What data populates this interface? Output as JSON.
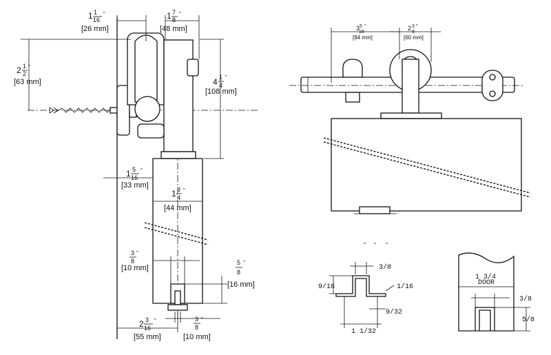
{
  "left_view": {
    "roller_width_frac": {
      "whole": "1",
      "num": "1",
      "den": "16",
      "unit": "\""
    },
    "roller_width_mm": "[26 mm]",
    "strap_width_frac": {
      "whole": "1",
      "num": "7",
      "den": "8",
      "unit": "\""
    },
    "strap_width_mm": "[48 mm]",
    "standoff_frac": {
      "whole": "2",
      "num": "1",
      "den": "2",
      "unit": "\""
    },
    "standoff_mm": "[63 mm]",
    "hanger_height_frac": {
      "whole": "4",
      "num": "1",
      "den": "4",
      "unit": "\""
    },
    "hanger_height_mm": "[108 mm]",
    "wall_gap_frac": {
      "whole": "1",
      "num": "5",
      "den": "16",
      "unit": "\""
    },
    "wall_gap_mm": "[33 mm]",
    "door_thickness_frac": {
      "whole": "1",
      "num": "3",
      "den": "4",
      "unit": "\""
    },
    "door_thickness_mm": "[44 mm]",
    "slot_width_frac": {
      "whole": "",
      "num": "3",
      "den": "8",
      "unit": "\""
    },
    "slot_width_mm": "[10 mm]",
    "slot_depth_frac": {
      "whole": "",
      "num": "5",
      "den": "8",
      "unit": "\""
    },
    "slot_depth_mm": "[16 mm]",
    "guide_offset_frac": {
      "whole": "2",
      "num": "3",
      "den": "16",
      "unit": "\""
    },
    "guide_offset_mm": "[55 mm]",
    "guide_width_frac": {
      "whole": "",
      "num": "3",
      "den": "8",
      "unit": "\""
    },
    "guide_width_mm": "[10 mm]"
  },
  "right_view": {
    "stop_spacing_frac": {
      "num": "5",
      "den": "16",
      "whole": "3",
      "unit": "\""
    },
    "stop_spacing_mm": "[84 mm]",
    "wheel_width_frac": {
      "num": "3",
      "den": "8",
      "whole": "2",
      "unit": "\""
    },
    "wheel_width_mm": "[60 mm]"
  },
  "guide_detail": {
    "top_width": "3/8",
    "height": "9/16",
    "thickness": "1/16",
    "flange_depth": "9/32",
    "total_width": "1 1/32"
  },
  "door_detail": {
    "door_label_line1": "1 3/4",
    "door_label_line2": "DOOR",
    "slot_width": "3/8",
    "slot_depth": "5/8"
  },
  "colors": {
    "ink": "#111111",
    "paper": "#ffffff"
  }
}
